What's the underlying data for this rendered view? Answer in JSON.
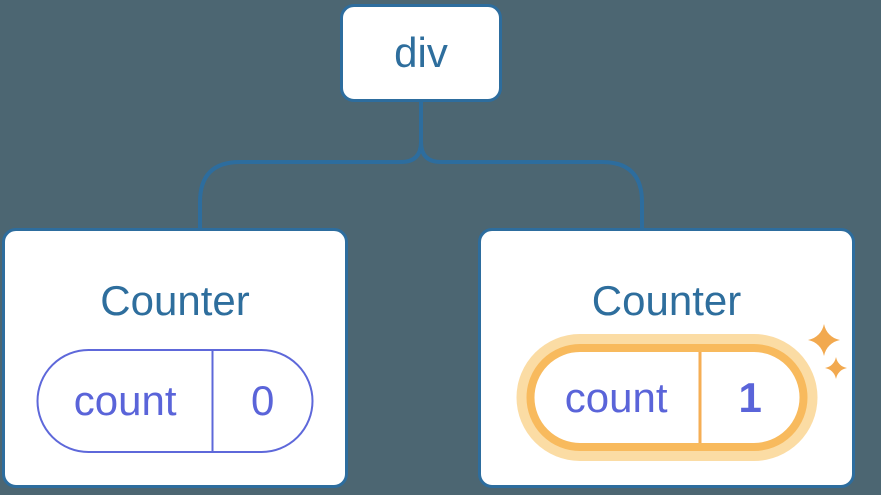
{
  "diagram": {
    "root": {
      "label": "div"
    },
    "children": [
      {
        "title": "Counter",
        "state": {
          "key": "count",
          "value": "0"
        },
        "highlighted": false
      },
      {
        "title": "Counter",
        "state": {
          "key": "count",
          "value": "1"
        },
        "highlighted": true
      }
    ]
  },
  "colors": {
    "background": "#4C6672",
    "connector_blue": "#2D6D9E",
    "node_text_blue": "#2E6E9D",
    "state_purple": "#5A64D9",
    "pill_border_purple": "#5E68DA",
    "highlight_ring_orange": "#F8BA5D",
    "highlight_halo_orange": "#FBDCA4",
    "highlight_divider_orange": "#F5AE55",
    "sparkle_orange": "#F2A94F",
    "card_background": "#FFFFFF"
  },
  "icons": {
    "highlight_sparkles": "sparkles-icon"
  }
}
